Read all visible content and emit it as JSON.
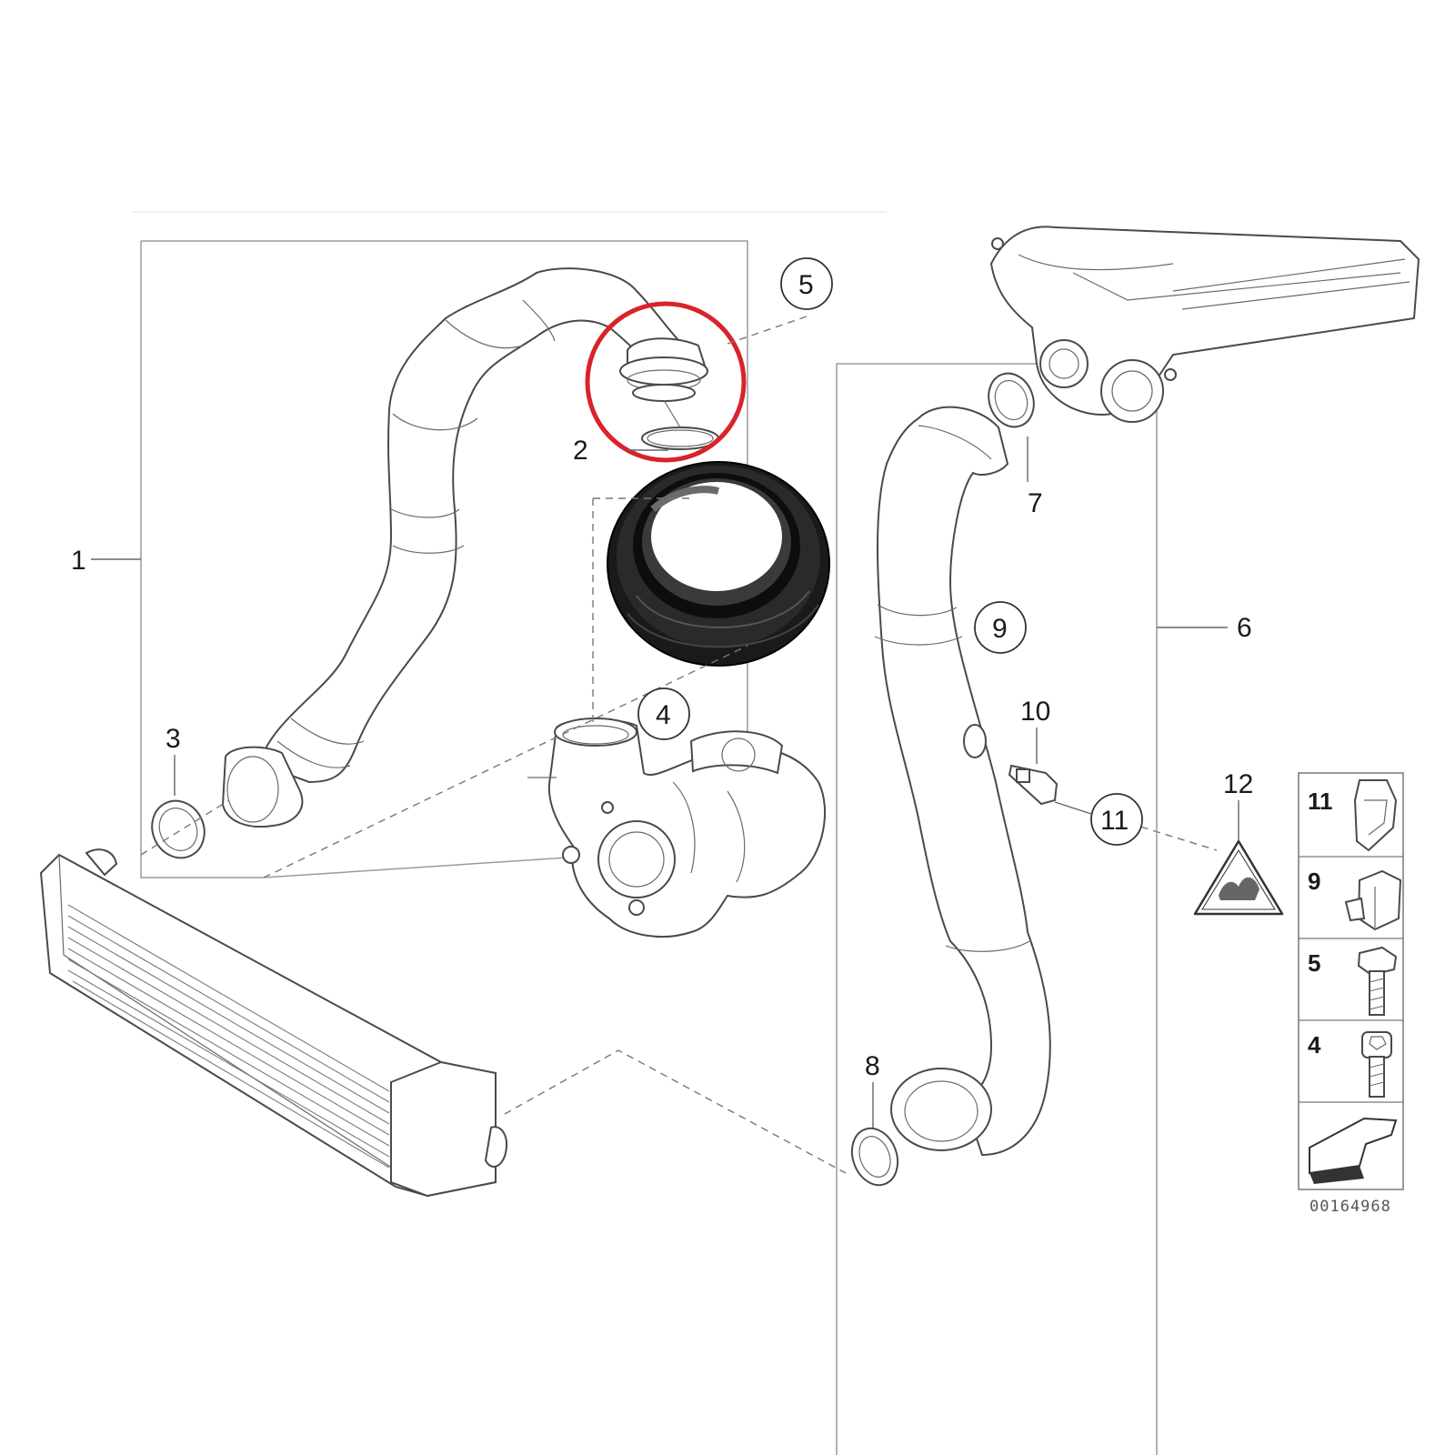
{
  "callouts": {
    "c1": "1",
    "c2": "2",
    "c3": "3",
    "c4": "4",
    "c5": "5",
    "c6": "6",
    "c7": "7",
    "c8": "8",
    "c9": "9",
    "c10": "10",
    "c11": "11",
    "c12": "12"
  },
  "legend": {
    "items": [
      "11",
      "9",
      "5",
      "4"
    ]
  },
  "diagram_code": "00164968",
  "colors": {
    "highlight": "#d9232a",
    "seal": "#111111",
    "line": "#4a4a4a"
  },
  "icons": [
    "warning-triangle-icon",
    "direction-arrow-icon"
  ]
}
